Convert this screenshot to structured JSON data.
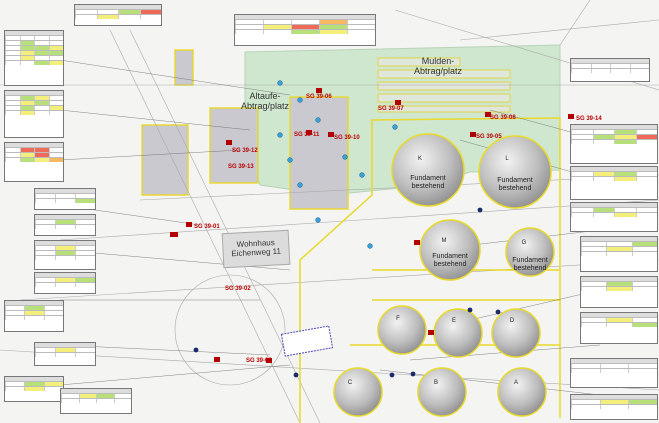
{
  "labels": {
    "muldenAbtrag": "Mulden-\nAbtrag/platz",
    "altaufeAbtrag": "Altaufe-\nAbtrag/platz",
    "wohnhaus": "Wohnhaus\nEichenweg 11",
    "fundament": "Fundament\nbestehend",
    "sampleIds": [
      "SG 39-06",
      "SG 39-07",
      "SG 39-08",
      "SG 39-10",
      "SG 39-11",
      "SG 39-12",
      "SG 39-13",
      "SG 39-14",
      "SG 39-01",
      "SG 39-02",
      "SG 39-03",
      "SG 39-05"
    ],
    "tankLetters": [
      "K",
      "L",
      "M",
      "G",
      "F",
      "E",
      "D",
      "C",
      "B",
      "A"
    ]
  },
  "colors": {
    "green": "#cfe6cf",
    "yellowLine": "#e8d92a",
    "buildingGray": "#c9c9cf",
    "red": "#b00000",
    "blueMarker": "#3aa0d8"
  }
}
